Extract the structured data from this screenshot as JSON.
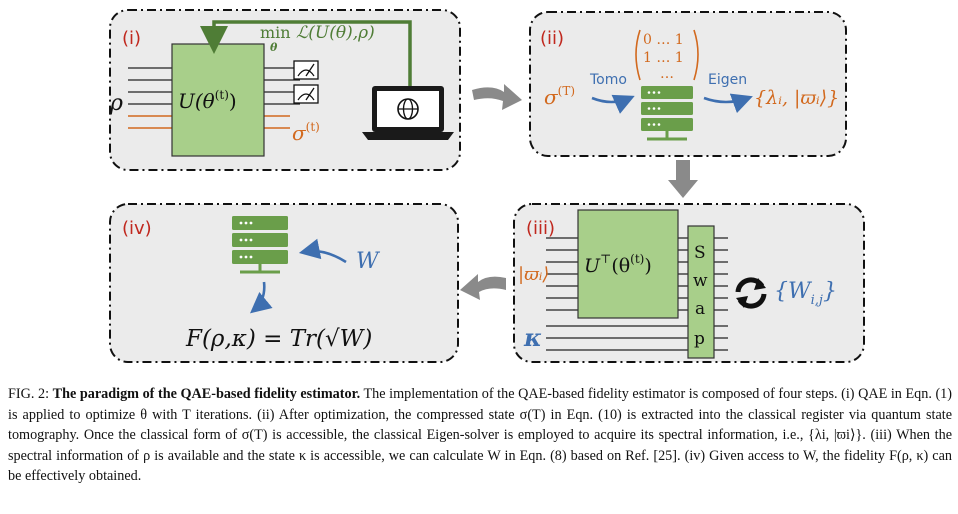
{
  "panels": {
    "p1": {
      "label": "(i)",
      "gate": "U(θ",
      "gate_sup": "(t)",
      "gate_close": ")",
      "input": "ρ",
      "objective_min": "min",
      "objective_sub": "θ",
      "objective": "ℒ(U(θ),ρ)",
      "trash": "σ",
      "trash_sup": "(t)"
    },
    "p2": {
      "label": "(ii)",
      "state": "σ",
      "state_sup": "(T)",
      "tomo_label": "Tomo",
      "eigen_label": "Eigen",
      "matrix_row1": "0 … 1",
      "matrix_row2": "1 … 1",
      "matrix_row3": "…",
      "output": "{λᵢ, |ϖᵢ⟩}"
    },
    "p3": {
      "label": "(iii)",
      "gate": "U",
      "gate_sup": "⊤",
      "gate_arg": "(θ",
      "gate_arg_sup": "(t)",
      "gate_close": ")",
      "swap_letters": [
        "S",
        "w",
        "a",
        "p"
      ],
      "input_state": "|ϖᵢ⟩",
      "kappa": "κ",
      "output": "{W",
      "output_sub": "i,j",
      "output_close": "}"
    },
    "p4": {
      "label": "(iv)",
      "w_label": "W",
      "formula": "F(ρ,κ) = Tr(√W)"
    }
  },
  "colors": {
    "panel_bg": "#ebebeb",
    "panel_border": "#111111",
    "green": "#6a9e4a",
    "green_dark": "#4f7d36",
    "orange": "#d2691e",
    "blue": "#3e6fb0",
    "red": "#c0281e",
    "grey_arrow": "#8a8a8a"
  },
  "icons": [
    "laptop-globe-icon",
    "server-icon",
    "measurement-icon",
    "swap-cycle-icon"
  ],
  "caption": {
    "label": "FIG. 2:",
    "title": "The paradigm of the QAE-based fidelity estimator.",
    "body": "The implementation of the QAE-based fidelity estimator is composed of four steps. (i) QAE in Eqn. (1) is applied to optimize θ with T iterations. (ii) After optimization, the compressed state σ(T) in Eqn. (10) is extracted into the classical register via quantum state tomography. Once the classical form of σ(T) is accessible, the classical Eigen-solver is employed to acquire its spectral information, i.e., {λi, |ϖi⟩}. (iii) When the spectral information of ρ is available and the state κ is accessible, we can calculate W in Eqn. (8) based on Ref. [25]. (iv) Given access to W, the fidelity F(ρ, κ) can be effectively obtained."
  }
}
